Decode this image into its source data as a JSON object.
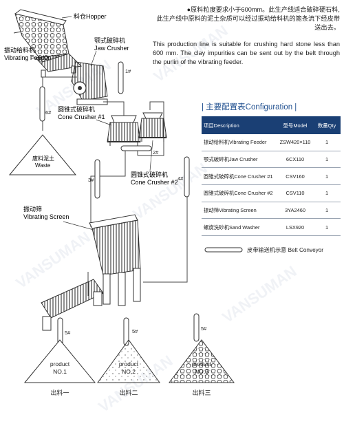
{
  "watermark": "VANSUMAN",
  "notes": {
    "zh_line1": "●原料粒度要求小于600mm。此生产线适合破碎硬石料,",
    "zh_line2": "此生产线中原料的泥土杂质可以经过振动给料机的篦条流下经皮带送出去。",
    "en": "This production line is suitable for crushing hard stone less than 600 mm. The clay impurities can be sent out by the belt through the purlin of the vibrating feeder."
  },
  "config": {
    "title": "| 主要配置表Configuration |",
    "headers": {
      "description": "项目Description",
      "model": "型号Model",
      "qty": "数量Qty"
    },
    "rows": [
      {
        "description": "振动给料机Vibrating Feeder",
        "model": "ZSW420×110",
        "qty": "1"
      },
      {
        "description": "颚式破碎机Jaw Crusher",
        "model": "6CX110",
        "qty": "1"
      },
      {
        "description": "圆锥式破碎机Cone Crusher #1",
        "model": "CSV160",
        "qty": "1"
      },
      {
        "description": "圆锥式破碎机Cone Crusher #2",
        "model": "CSV110",
        "qty": "1"
      },
      {
        "description": "振动筛Vibrating Screen",
        "model": "3YA2460",
        "qty": "1"
      },
      {
        "description": "螺旋洗砂机Sand Washer",
        "model": "LSX920",
        "qty": "1"
      }
    ]
  },
  "belt_legend": "皮带输送机示意 Belt Conveyor",
  "labels": {
    "hopper": "料仓Hopper",
    "feeder_zh": "振动给料机",
    "feeder_en": "Vibrating Feeder",
    "jaw_zh": "颚式破碎机",
    "jaw_en": "Jaw Crusher",
    "cone1_zh": "圆锥式破碎机",
    "cone1_en": "Cone Crusher #1",
    "cone2_zh": "圆锥式破碎机",
    "cone2_en": "Cone Crusher #2",
    "screen_zh": "振动筛",
    "screen_en": "Vibrating Screen",
    "waste_zh": "废料泥土",
    "waste_en": "Waste"
  },
  "conveyors": [
    "1#",
    "2#",
    "3#",
    "4#",
    "5#",
    "5#",
    "5#",
    "6#"
  ],
  "products": [
    {
      "name": "product",
      "number": "NO.1",
      "output": "出料一"
    },
    {
      "name": "product",
      "number": "NO.2",
      "output": "出料二"
    },
    {
      "name": "product",
      "number": "NO.3",
      "output": "出料三"
    }
  ]
}
